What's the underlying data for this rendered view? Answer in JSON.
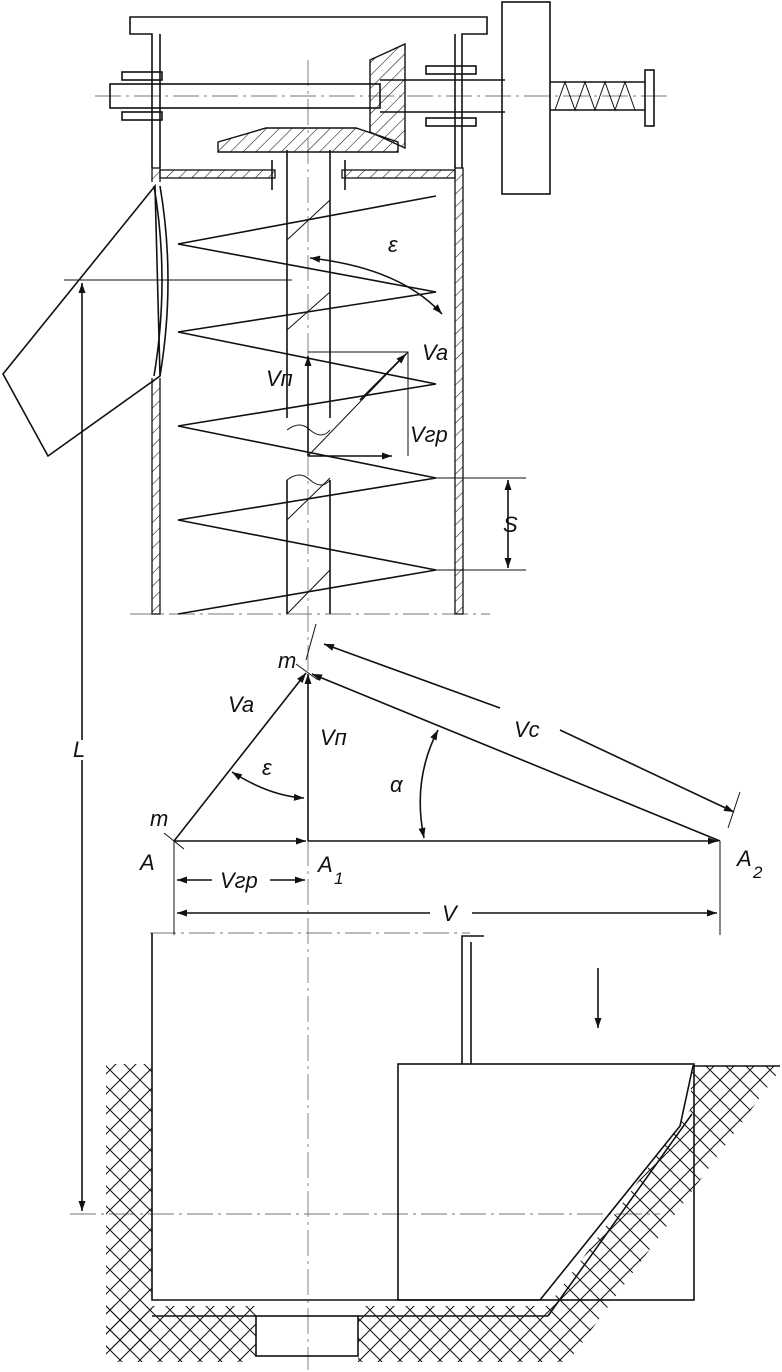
{
  "labels": {
    "epsilon_top": "ε",
    "va_top": "Va",
    "vn_top": "Vп",
    "vgr_top": "Vгр",
    "s_pitch": "S",
    "l_length": "L",
    "m_top": "m",
    "m_left": "m",
    "va_tri": "Va",
    "vn_tri": "Vп",
    "vc_tri": "Vc",
    "epsilon_tri": "ε",
    "alpha_tri": "α",
    "point_a": "A",
    "point_a1": "A",
    "point_a1_sub": "1",
    "point_a2": "A",
    "point_a2_sub": "2",
    "vgr_tri": "Vгр",
    "v_total": "V"
  }
}
